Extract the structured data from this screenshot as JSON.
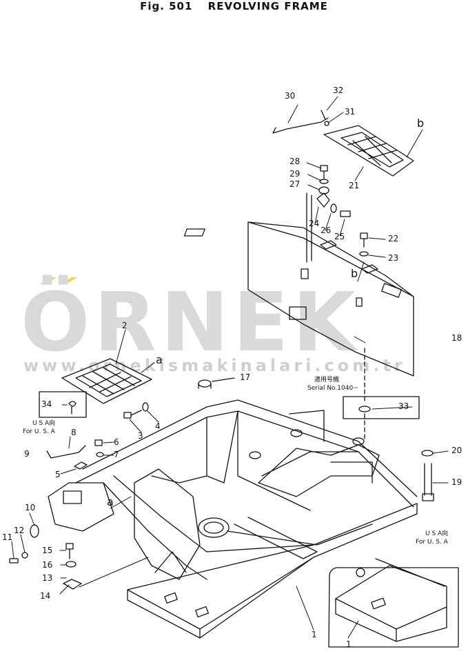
{
  "figure": {
    "fig_no": "Fig. 501",
    "title": "REVOLVING FRAME"
  },
  "watermark": {
    "word": "ÖRNEK",
    "url": "www.ornekismakinalari.com.tr"
  },
  "notes": {
    "serial_jp": "適用号機",
    "serial": "Serial No.1040~",
    "usa_left_jp": "U S A向",
    "usa_left": "For U. S. A",
    "usa_right_jp": "U S A向",
    "usa_right": "For U. S. A"
  },
  "callouts": {
    "p1a": "1",
    "p1b": "1",
    "p2": "2",
    "p3": "3",
    "p4": "4",
    "p5": "5",
    "p6": "6",
    "p7": "7",
    "p8": "8",
    "p9": "9",
    "p10": "10",
    "p11": "11",
    "p12": "12",
    "p13": "13",
    "p14": "14",
    "p15": "15",
    "p16": "16",
    "p17": "17",
    "p18": "18",
    "p19": "19",
    "p20": "20",
    "p21": "21",
    "p22": "22",
    "p23": "23",
    "p24": "24",
    "p25": "25",
    "p26": "26",
    "p27": "27",
    "p28": "28",
    "p29": "29",
    "p30": "30",
    "p31": "31",
    "p32": "32",
    "p33": "33",
    "p34": "34",
    "a1": "a",
    "a2": "a",
    "b1": "b",
    "b2": "b"
  },
  "colors": {
    "watermark": "#d9d9d9",
    "watermark_accent": "#f2d35a",
    "ink": "#111111"
  }
}
